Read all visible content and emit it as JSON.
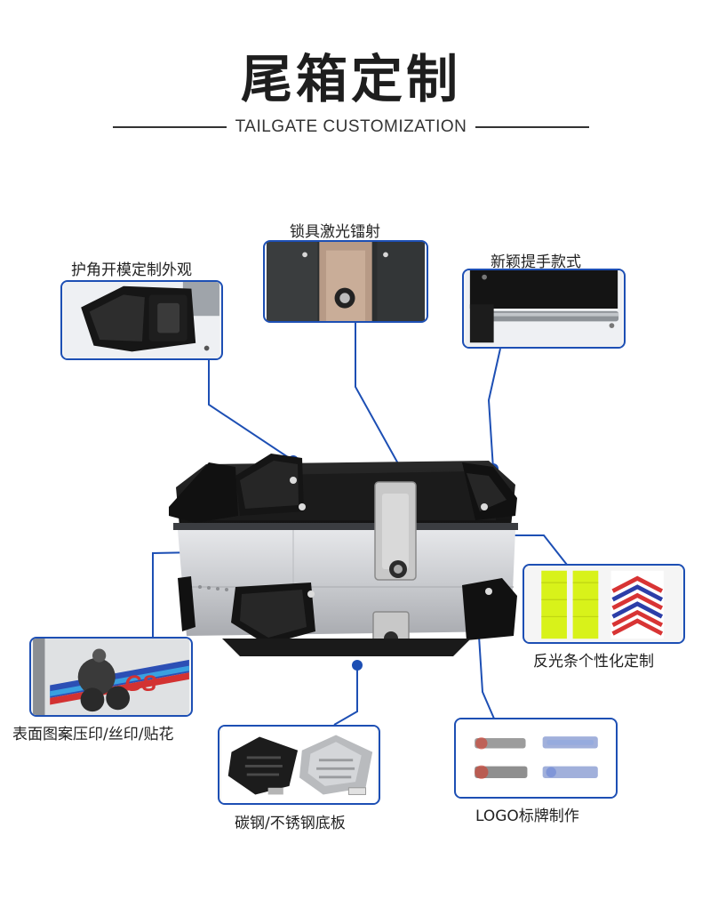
{
  "header": {
    "title": "尾箱定制",
    "subtitle": "TAILGATE CUSTOMIZATION"
  },
  "features": {
    "corner_guard": "护角开模定制外观",
    "lock": "锁具激光镭射",
    "handle": "新颖提手款式",
    "reflective": "反光条个性化定制",
    "surface_print": "表面图案压印/丝印/贴花",
    "base_plate": "碳钢/不锈钢底板",
    "logo": "LOGO标牌制作"
  },
  "decal": {
    "mark": "GS"
  },
  "colors": {
    "accent_blue": "#1d4fb4",
    "reflective_yellow": "#d8f21a",
    "reflective_red": "#d83434",
    "reflective_blue": "#2c3ea8"
  }
}
